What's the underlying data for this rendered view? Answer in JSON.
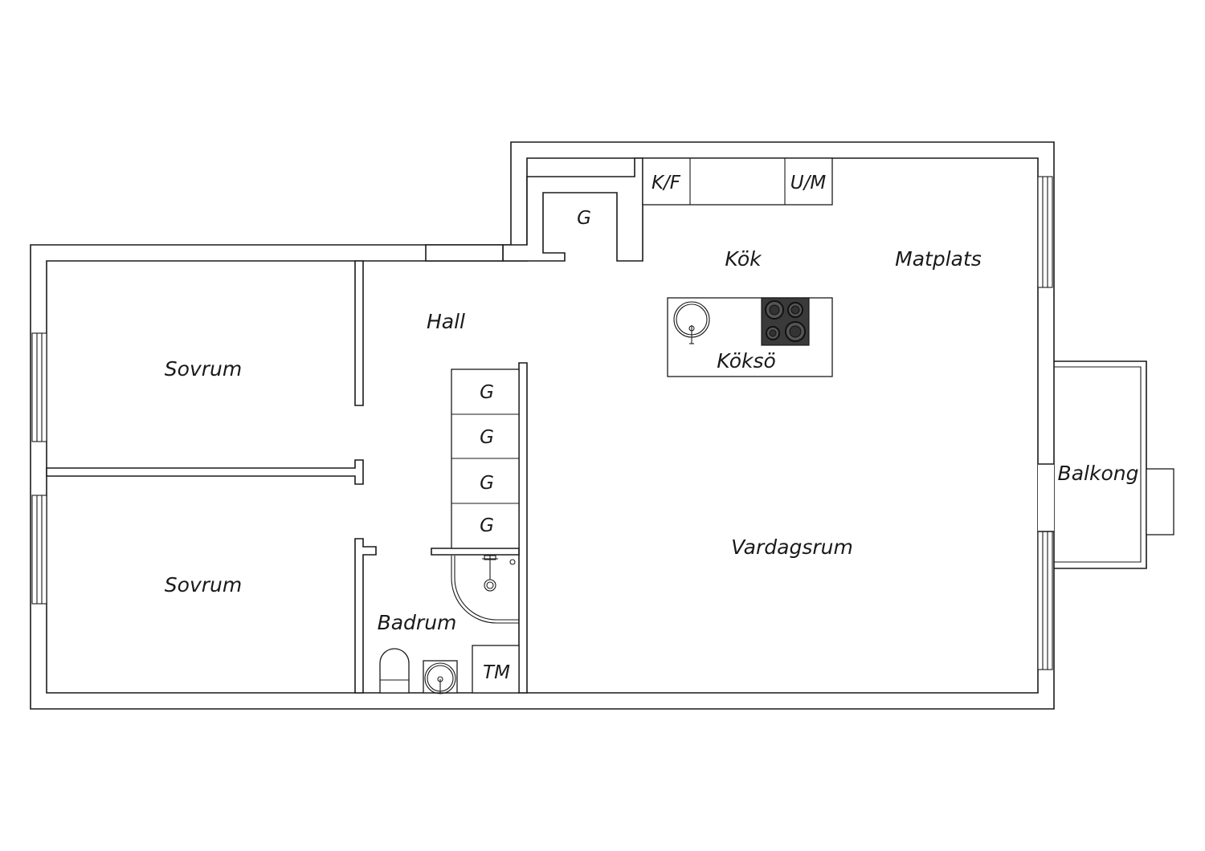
{
  "rooms": {
    "sovrum_top": "Sovrum",
    "sovrum_bottom": "Sovrum",
    "hall": "Hall",
    "kok": "Kök",
    "matplats": "Matplats",
    "koksö": "Köksö",
    "vardagsrum": "Vardagsrum",
    "badrum": "Badrum",
    "balkong": "Balkong"
  },
  "fixtures": {
    "wardrobe_kitchen": "G",
    "wardrobe_hall": [
      "G",
      "G",
      "G",
      "G"
    ],
    "fridge_freezer": "K/F",
    "oven_microwave": "U/M",
    "washing_machine": "TM"
  },
  "colors": {
    "line": "#1a1a1a",
    "stovetop": "#3a3a3a",
    "background": "#ffffff"
  }
}
